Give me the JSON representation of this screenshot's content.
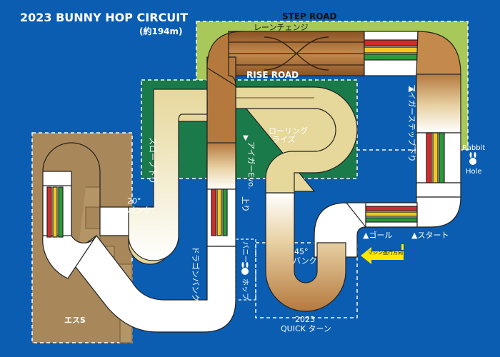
{
  "header": {
    "title": "2023 BUNNY HOP CIRCUIT",
    "length": "(約194m)"
  },
  "zones": {
    "step_road": "STEP ROAD",
    "rise_road": "RISE ROAD"
  },
  "sections": {
    "lane_change": "レーンチェンジ",
    "rolling_rise_1": "ローリング",
    "rolling_rise_2": "ライズ",
    "step_down": "アイガーステップ下り",
    "eiger_up_1": "アイガーEvo.",
    "eiger_up_2": "上り",
    "slope_down": "スロープ下り",
    "bank20_1": "20°",
    "bank20_2": "バンク",
    "dragon_bank": "ドラゴンバンク",
    "bunny_hop": "バニー",
    "bunny_hop2": "ホップ",
    "bank45_1": "45°",
    "bank45_2": "バンク",
    "quick_turn_1": "2023",
    "quick_turn_2": "QUICK ターン",
    "goal": "▲ゴール",
    "start": "▲スタート",
    "esses": "エスS",
    "rabbit_hole_1": "Rabbit",
    "rabbit_hole_2": "Hole",
    "direction": "マシン進行方向"
  },
  "colors": {
    "background": "#0a5db0",
    "step_zone": "#a8c85a",
    "rise_zone": "#1a7a4a",
    "esses_zone": "#a8875a",
    "track_wood": "#b5793e",
    "track_cream": "#e6d79a",
    "track_white": "#ffffff",
    "lane_red": "#d62a2a",
    "lane_yellow": "#f2c81e",
    "lane_green": "#2a9a3a",
    "arrow_yellow": "#ffe800"
  }
}
